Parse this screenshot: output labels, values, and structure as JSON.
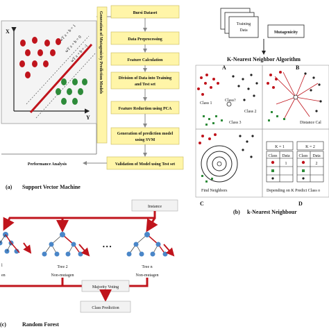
{
  "svm": {
    "steps": [
      "Bursi Dataset",
      "Data Preprocessing",
      "Feature Calculation",
      "Division of Data into Training",
      "and Test set",
      "Feature Reduction  using PCA",
      "Generation of prediction model",
      "using SVM",
      "Validation of Model using Test set"
    ],
    "perf": "Performance Analysis",
    "side_label": "Generation of Mutagenicity Prediction Models",
    "axis_x": "X",
    "axis_y": "Y",
    "line_top": "wT x + b = 1",
    "line_mid": "wT x + b = 0",
    "line_bot": "wT x + b = -1",
    "caption_letter": "(a)",
    "caption": "Support Vector Machine"
  },
  "knn": {
    "training": "Training",
    "data": "Data",
    "mutagenicity": "Mutagenicity",
    "title": "K-Nearest Neighbor Algorithm",
    "q_a": "A",
    "q_b": "B",
    "q_c": "C",
    "q_d": "D",
    "class1": "Class 1",
    "class2": "Class 2",
    "class3": "Class 3",
    "class_q": "Class?",
    "distance": "Distance Cal",
    "find_neighbors": "Find Neighbors",
    "k1": "K = 1",
    "k2": "K = 2",
    "k_class": "Class",
    "k_data": "Data",
    "k_val1": "1",
    "k_val2": "2",
    "depending": "Depending on K Predict Class o",
    "caption_letter": "(b)",
    "caption": "k-Nearest Neighbour"
  },
  "rf": {
    "instance": "Instance",
    "tree1_a": "l",
    "tree1_b": "en",
    "tree2_a": "Tree 2",
    "tree2_b": "Non-mutagen",
    "treen_a": "Tree n",
    "treen_b": "Non-mutagen",
    "dots": "• • •",
    "majority": "Majority Voting",
    "class_pred": "Class Prediction",
    "caption_letter": "(c)",
    "caption": "Random Forest"
  },
  "colors": {
    "red": "#c0141c",
    "green": "#2e8b3a",
    "yellow": "#fff5a8",
    "dark": "#222222"
  }
}
